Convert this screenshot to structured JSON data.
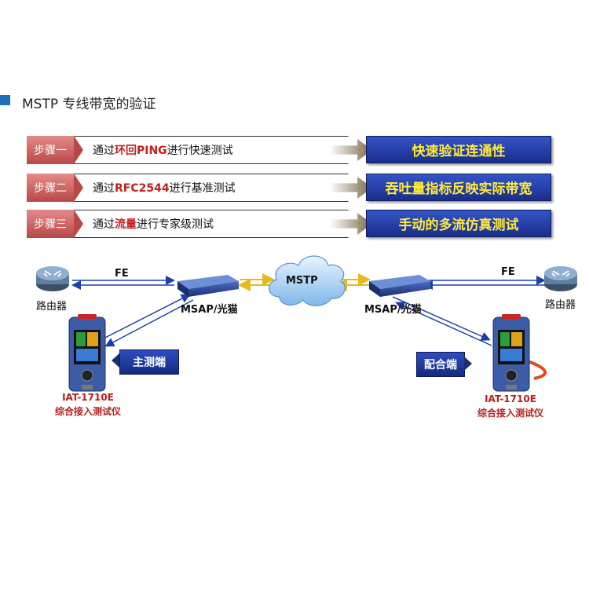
{
  "title": "MSTP 专线带宽的验证",
  "steps": [
    {
      "tag": "步骤一",
      "text_pre": "通过",
      "text_hl": "环回PING",
      "text_post": "进行快速测试",
      "result": "快速验证连通性"
    },
    {
      "tag": "步骤二",
      "text_pre": "通过",
      "text_hl": "RFC2544",
      "text_post": "进行基准测试",
      "result": "吞吐量指标反映实际带宽"
    },
    {
      "tag": "步骤三",
      "text_pre": "通过",
      "text_hl": "流量",
      "text_post": "进行专家级测试",
      "result": "手动的多流仿真测试"
    }
  ],
  "diagram": {
    "left_link": "FE",
    "right_link": "FE",
    "cloud": "MSTP",
    "left_router": "路由器",
    "right_router": "路由器",
    "left_msap": "MSAP/光猫",
    "right_msap": "MSAP/光猫",
    "left_role": "主测端",
    "right_role": "配合端",
    "left_device_model": "IAT-1710E",
    "left_device_name": "综合接入测试仪",
    "right_device_model": "IAT-1710E",
    "right_device_name": "综合接入测试仪"
  },
  "colors": {
    "accent": "#1f6fb8",
    "step_tag": "#b94747",
    "result_bg": "#1f3a9e",
    "result_text": "#ffeb3b",
    "device_label": "#b51e1e"
  }
}
